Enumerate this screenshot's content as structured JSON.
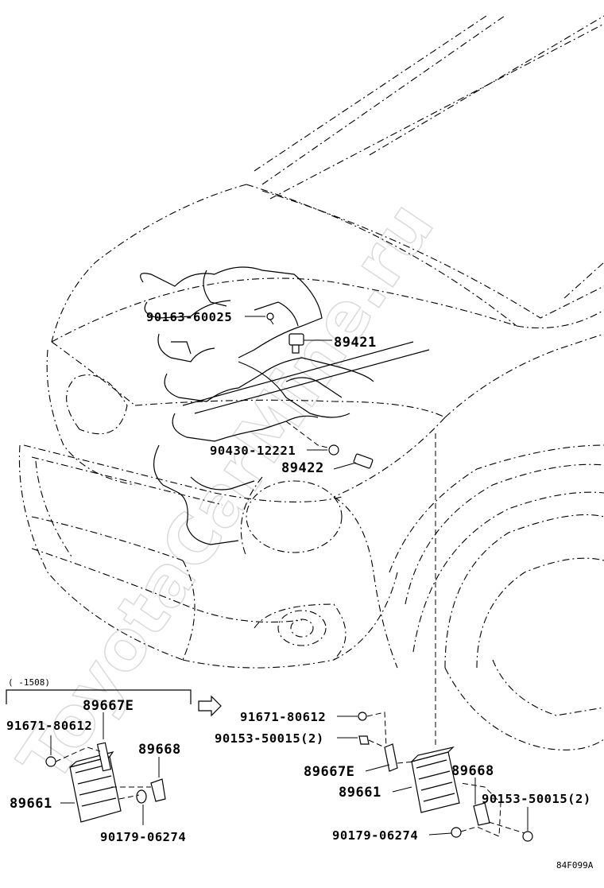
{
  "watermark": "ToyotaCarMine.ru",
  "diagram_code": "84F099A",
  "bracket_note": "(      -1508)",
  "labels": {
    "p_90163_60025": "90163-60025",
    "p_89421": "89421",
    "p_90430_12221": "90430-12221",
    "p_89422": "89422",
    "left_89667E": "89667E",
    "left_91671_80612": "91671-80612",
    "left_89668": "89668",
    "left_89661": "89661",
    "left_90179_06274": "90179-06274",
    "right_91671_80612": "91671-80612",
    "right_90153_50015": "90153-50015(2)",
    "right_89667E": "89667E",
    "right_89668": "89668",
    "right_89661": "89661",
    "right_90153_50015_b": "90153-50015(2)",
    "right_90179_06274": "90179-06274"
  }
}
